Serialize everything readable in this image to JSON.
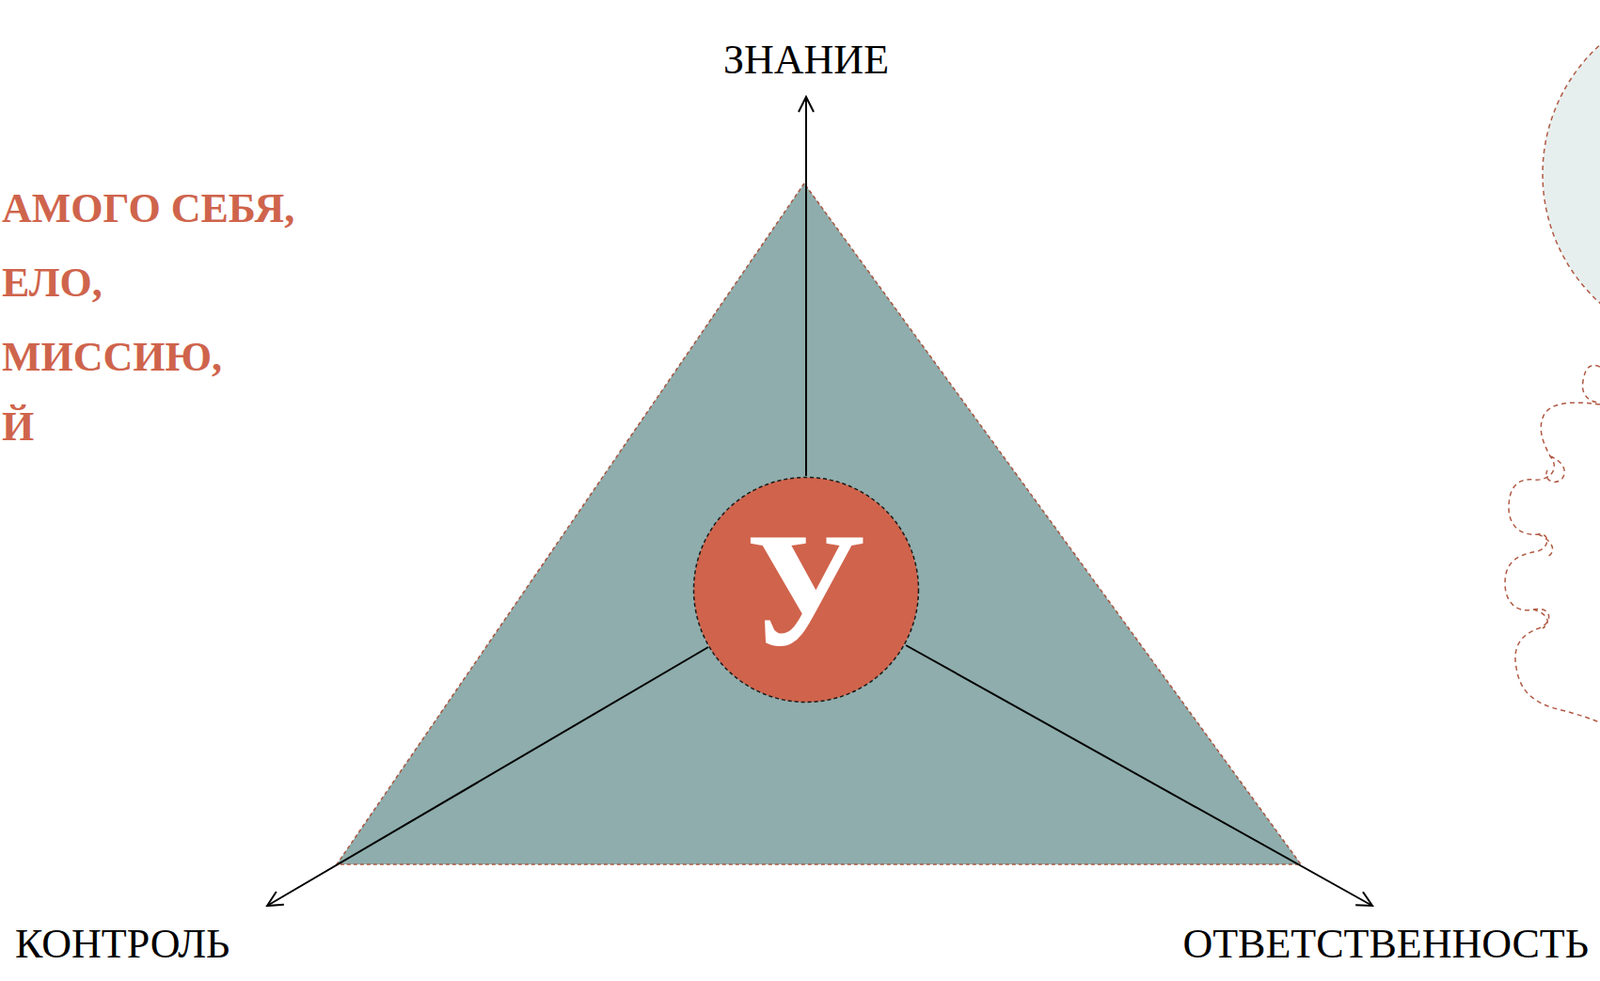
{
  "diagram": {
    "nodes": [
      {
        "text": [
          "У"
        ]
      }
    ],
    "labels": [
      "ЗНАНИЕ",
      "АМОГО СЕБЯ,",
      "ЕЛО,",
      "МИССИЮ,",
      "Й",
      "КОНТРОЛЬ",
      "ОТВЕТСТВЕННОСТЬ"
    ]
  }
}
